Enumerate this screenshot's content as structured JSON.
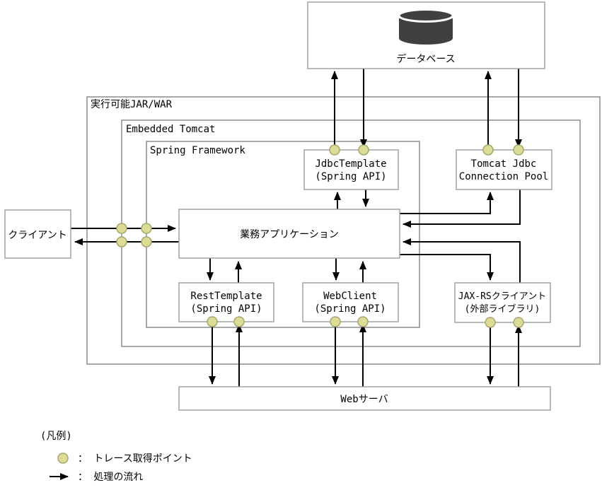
{
  "diagram": {
    "nodes": {
      "database": {
        "label": "データベース"
      },
      "jar_war": {
        "label": "実行可能JAR/WAR"
      },
      "embedded_tomcat": {
        "label": "Embedded Tomcat"
      },
      "spring_framework": {
        "label": "Spring Framework"
      },
      "jdbc_template": {
        "line1": "JdbcTemplate",
        "line2": "(Spring API)"
      },
      "tomcat_jdbc": {
        "line1": "Tomcat Jdbc",
        "line2": "Connection Pool"
      },
      "client": {
        "label": "クライアント"
      },
      "business_app": {
        "label": "業務アプリケーション"
      },
      "rest_template": {
        "line1": "RestTemplate",
        "line2": "(Spring API)"
      },
      "web_client": {
        "line1": "WebClient",
        "line2": "(Spring API)"
      },
      "jaxrs_client": {
        "line1": "JAX-RSクライアント",
        "line2": "(外部ライブラリ)"
      },
      "web_server": {
        "label": "Webサーバ"
      }
    },
    "legend": {
      "title": "(凡例)",
      "trace_label": "： トレース取得ポイント",
      "flow_label": "： 処理の流れ"
    },
    "icons": {
      "database": "database-cylinder"
    },
    "colors": {
      "trace_point_fill": "#dcdc96",
      "trace_point_stroke": "#a6a670",
      "box_border": "#8c8c8c",
      "leaf_border": "#a0a0a0",
      "arrow": "#000000",
      "db_icon": "#404040"
    }
  }
}
